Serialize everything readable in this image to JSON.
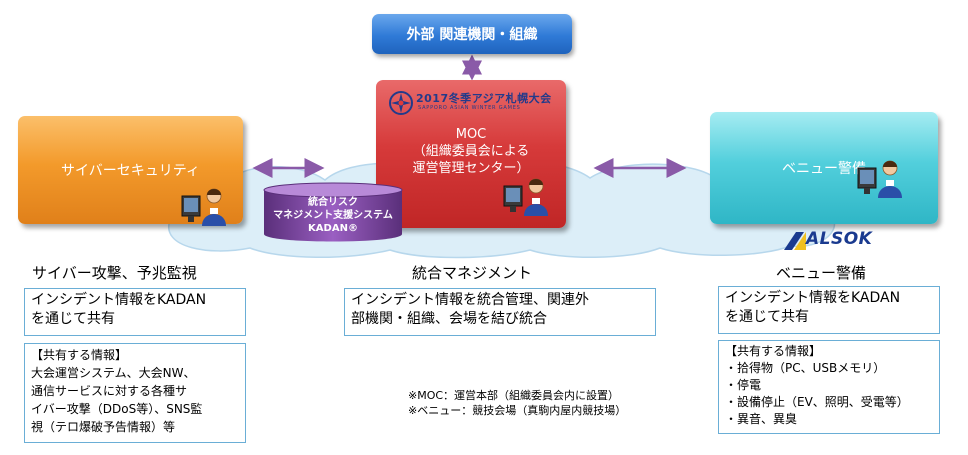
{
  "top_box": {
    "label": "外部 関連機関・組織"
  },
  "left_box": {
    "label": "サイバーセキュリティ"
  },
  "center_box": {
    "logo_title": "2017冬季アジア札幌大会",
    "logo_subtitle": "SAPPORO ASIAN WINTER GAMES",
    "lines": [
      "MOC",
      "（組織委員会による",
      "運営管理センター）"
    ]
  },
  "right_box": {
    "label": "ベニュー警備"
  },
  "system": {
    "lines": [
      "統合リスク",
      "マネジメント支援システム",
      "KADAN®"
    ]
  },
  "alsok_logo": "ALSOK",
  "captions": {
    "left": "サイバー攻撃、予兆監視",
    "center": "統合マネジメント",
    "right": "ベニュー警備"
  },
  "left_panel": {
    "summary_lines": [
      "インシデント情報をKADAN",
      "を通じて共有"
    ],
    "details_lines": [
      "【共有する情報】",
      "大会運営システム、大会NW、",
      "通信サービスに対する各種サ",
      "イバー攻撃（DDoS等）、SNS監",
      "視（テロ爆破予告情報）等"
    ]
  },
  "center_panel": {
    "summary_lines": [
      "インシデント情報を統合管理、関連外",
      "部機関・組織、会場を結び統合"
    ]
  },
  "right_panel": {
    "summary_lines": [
      "インシデント情報をKADAN",
      "を通じて共有"
    ],
    "details_lines": [
      "【共有する情報】",
      "・拾得物（PC、USBメモリ）",
      "・停電",
      "・設備停止（EV、照明、受電等）",
      "・異音、異臭"
    ]
  },
  "notes": [
    "※MOC：運営本部（組織委員会内に設置）",
    "※ベニュー：競技会場（真駒内屋内競技場）"
  ],
  "colors": {
    "arrow": "#8a5aa8",
    "cloud_fill": "#dceef8",
    "cloud_stroke": "#b7d7ec",
    "panel_border": "#6aaed6"
  }
}
